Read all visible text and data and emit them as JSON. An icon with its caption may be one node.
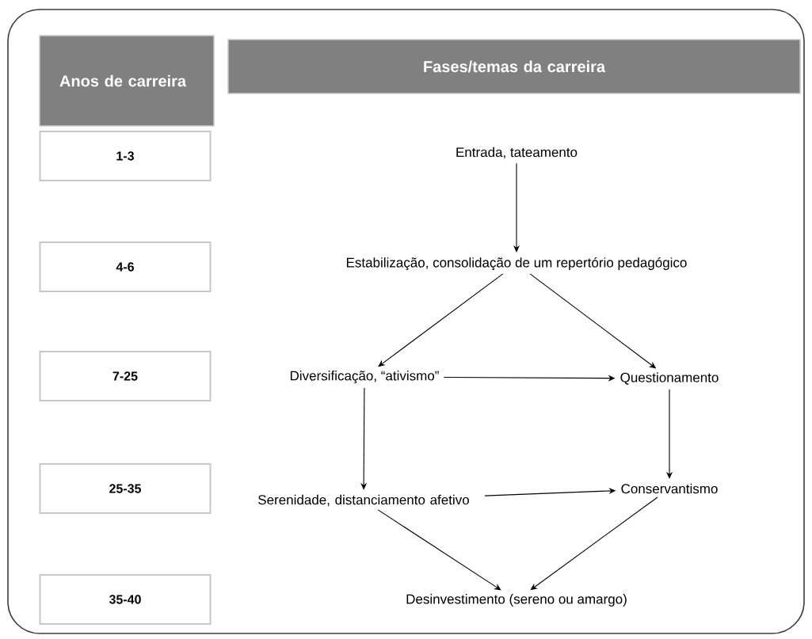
{
  "diagram": {
    "nodes": [
      {
        "text": [
          "Anos de carreira"
        ]
      },
      {
        "text": [
          "Fases/temas da carreira"
        ]
      },
      {
        "text": [
          "1-3"
        ]
      },
      {
        "text": [
          "4-6"
        ]
      },
      {
        "text": [
          "7-25"
        ]
      },
      {
        "text": [
          "25-35"
        ]
      },
      {
        "text": [
          "35-40"
        ]
      },
      {
        "text": [
          "Entrada, tateamento"
        ]
      },
      {
        "text": [
          "Estabilização, consolidação de um repertório pedagógico"
        ]
      },
      {
        "text": [
          "Diversificação, “ativismo”"
        ]
      },
      {
        "text": [
          "Questionamento"
        ]
      },
      {
        "text": [
          "Serenidade, distanciamento afetivo"
        ]
      },
      {
        "text": [
          "Conservantismo"
        ]
      },
      {
        "text": [
          "Desinvestimento (sereno ou amargo)"
        ]
      }
    ],
    "edges": [
      {
        "from": 7,
        "to": 8,
        "arrow": "to"
      },
      {
        "from": 8,
        "to": 9,
        "arrow": "to"
      },
      {
        "from": 8,
        "to": 10,
        "arrow": "to"
      },
      {
        "from": 9,
        "to": 10,
        "arrow": "to"
      },
      {
        "from": 9,
        "to": 11,
        "arrow": "to"
      },
      {
        "from": 10,
        "to": 12,
        "arrow": "to"
      },
      {
        "from": 11,
        "to": 12,
        "arrow": "to"
      },
      {
        "from": 11,
        "to": 13,
        "arrow": "to"
      },
      {
        "from": 12,
        "to": 13,
        "arrow": "to"
      }
    ]
  }
}
